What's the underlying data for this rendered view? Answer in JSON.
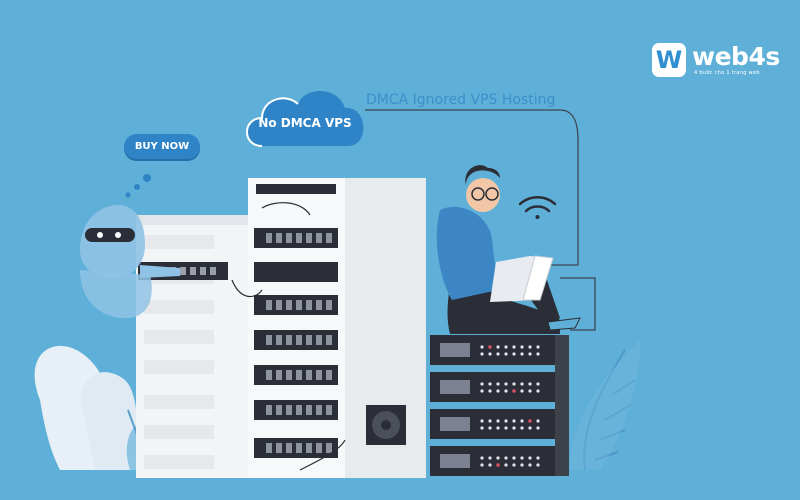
{
  "brand": {
    "logo_letter": "W",
    "name": "web4s",
    "tagline": "4 bước cho 1 trang web"
  },
  "cloud": {
    "label": "No DMCA VPS"
  },
  "headline": "DMCA Ignored VPS Hosting",
  "cta": {
    "label": "BUY NOW"
  },
  "colors": {
    "background": "#5fb0d8",
    "accent_blue": "#2f84c8",
    "server_white": "#f0f2f4",
    "server_dark": "#2b2e36"
  }
}
